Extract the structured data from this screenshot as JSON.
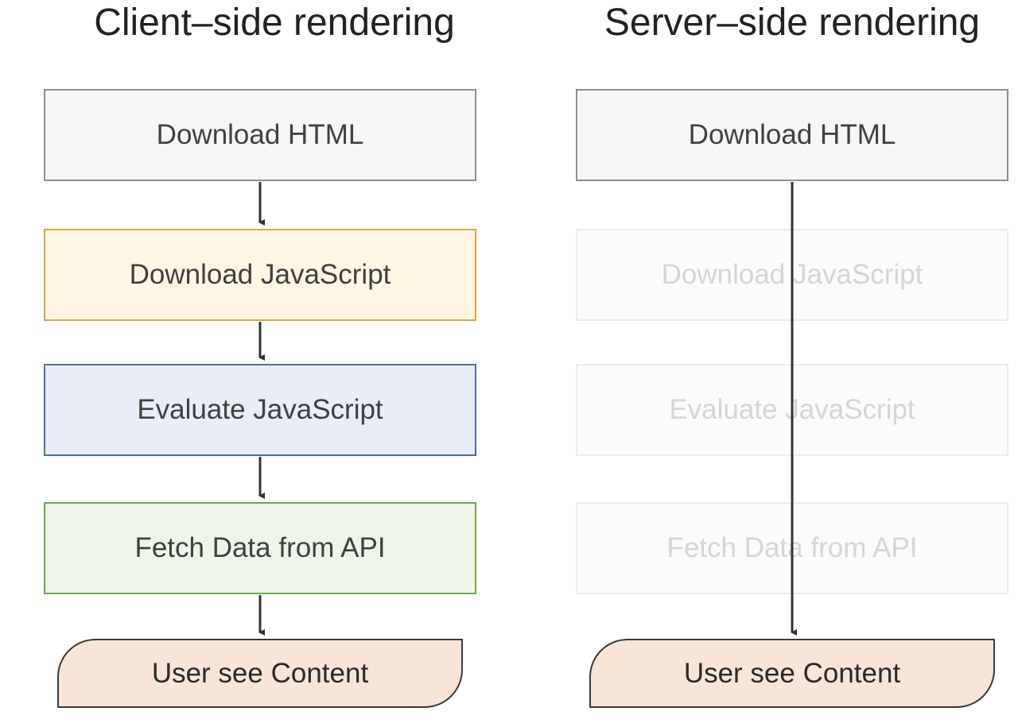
{
  "left": {
    "title": "Client–side rendering",
    "steps": [
      "Download HTML",
      "Download JavaScript",
      "Evaluate JavaScript",
      "Fetch Data from API"
    ],
    "end": "User see Content"
  },
  "right": {
    "title": "Server–side rendering",
    "steps": [
      "Download HTML",
      "Download JavaScript",
      "Evaluate JavaScript",
      "Fetch Data from API"
    ],
    "end": "User see Content"
  },
  "colors": {
    "html_fill": "#f6f6f6",
    "download_js_fill": "#fef6e2",
    "download_js_border": "#d6a947",
    "evaluate_js_fill": "#e9edf7",
    "evaluate_js_border": "#4d6dae",
    "fetch_data_fill": "#eef5e8",
    "fetch_data_border": "#77a552",
    "content_fill": "#f8e5d8",
    "skipped_step_text": "#d5d5d5"
  }
}
